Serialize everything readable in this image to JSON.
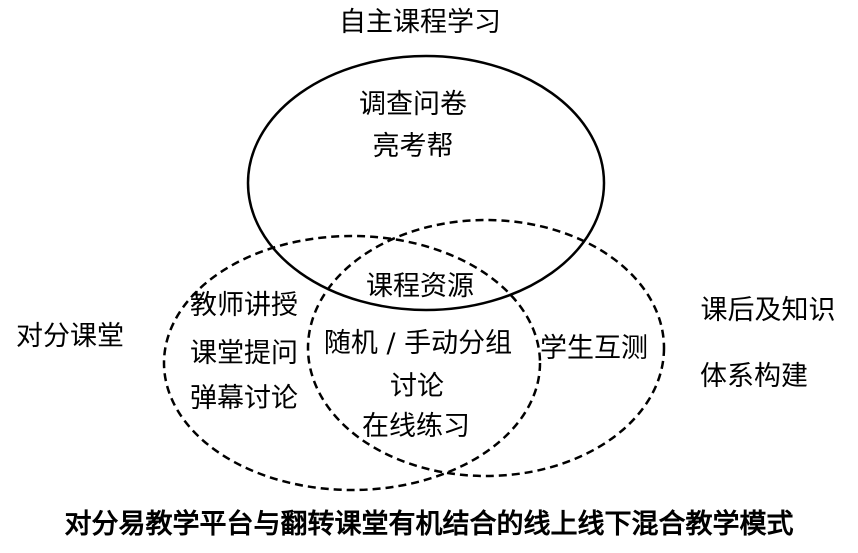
{
  "diagram": {
    "circle_top_title": "自主课程学习",
    "circle_left_title": "对分课堂",
    "circle_right_title_line1": "课后及知识",
    "circle_right_title_line2": "体系构建",
    "top_only": [
      "调查问卷",
      "亮考帮"
    ],
    "left_only": [
      "教师讲授",
      "课堂提问",
      "弹幕讨论"
    ],
    "right_only": "学生互测",
    "center_all": "课程资源",
    "left_right_overlap": [
      "随机 / 手动分组",
      "讨论",
      "在线练习"
    ],
    "caption": "对分易教学平台与翻转课堂有机结合的线上线下混合教学模式"
  },
  "colors": {
    "stroke": "#000000",
    "text": "#000000",
    "background": "#ffffff"
  }
}
